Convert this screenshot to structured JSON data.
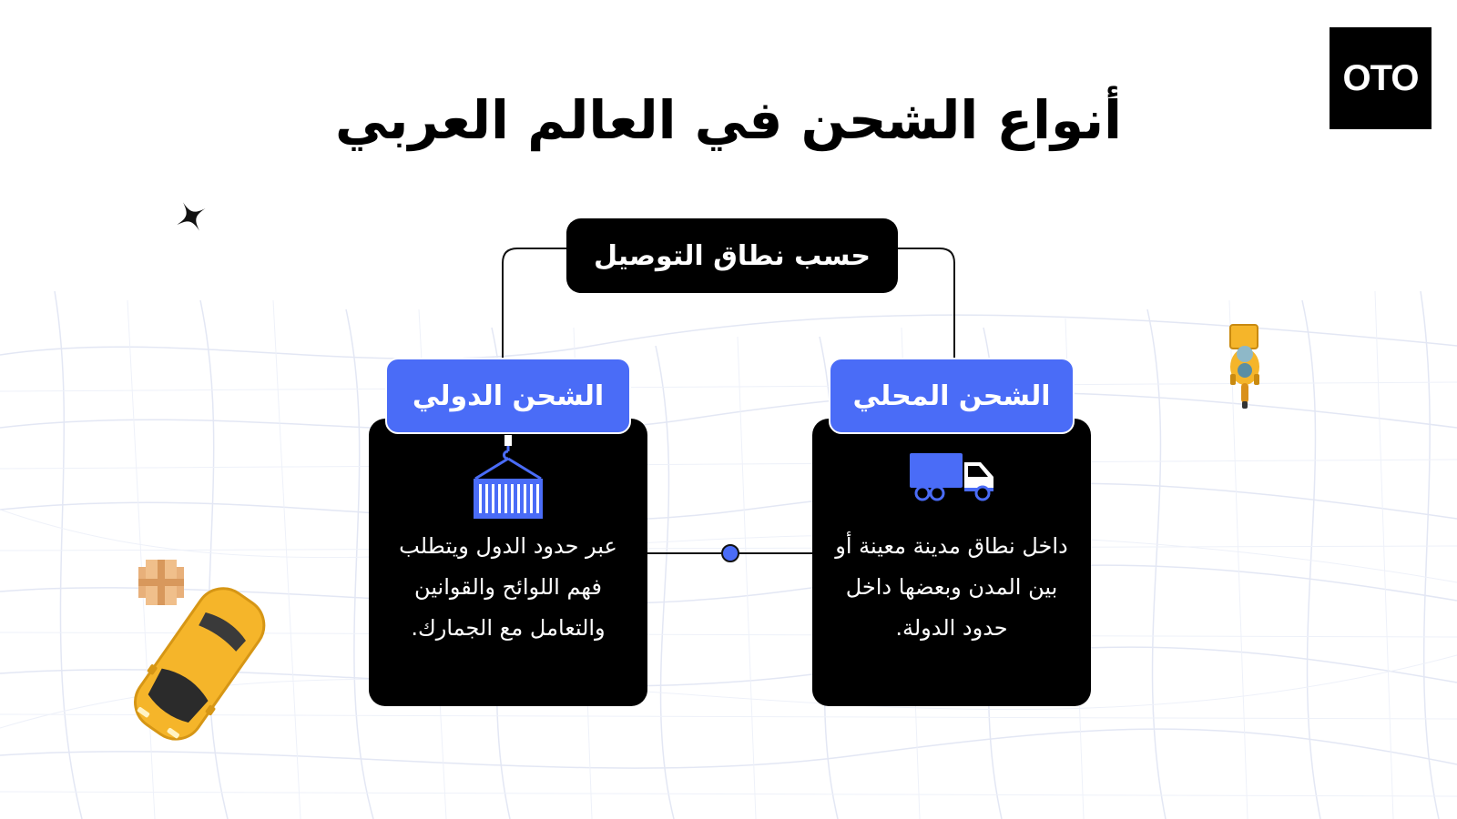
{
  "logo": {
    "text": "OTO"
  },
  "title": "أنواع الشحن في العالم العربي",
  "root": {
    "label": "حسب نطاق التوصيل"
  },
  "branches": {
    "international": {
      "label": "الشحن الدولي",
      "icon": "shipping-container-icon",
      "description": "عبر حدود الدول ويتطلب فهم اللوائح والقوانين والتعامل مع الجمارك."
    },
    "local": {
      "label": "الشحن المحلي",
      "icon": "delivery-truck-icon",
      "description": "داخل نطاق مدينة معينة أو بين المدن وبعضها داخل حدود الدولة."
    }
  },
  "colors": {
    "accent": "#4a6cf7",
    "box": "#000000",
    "text_on_dark": "#ffffff",
    "map_lines": "#dfe4f3",
    "taxi": "#f5b52a"
  }
}
